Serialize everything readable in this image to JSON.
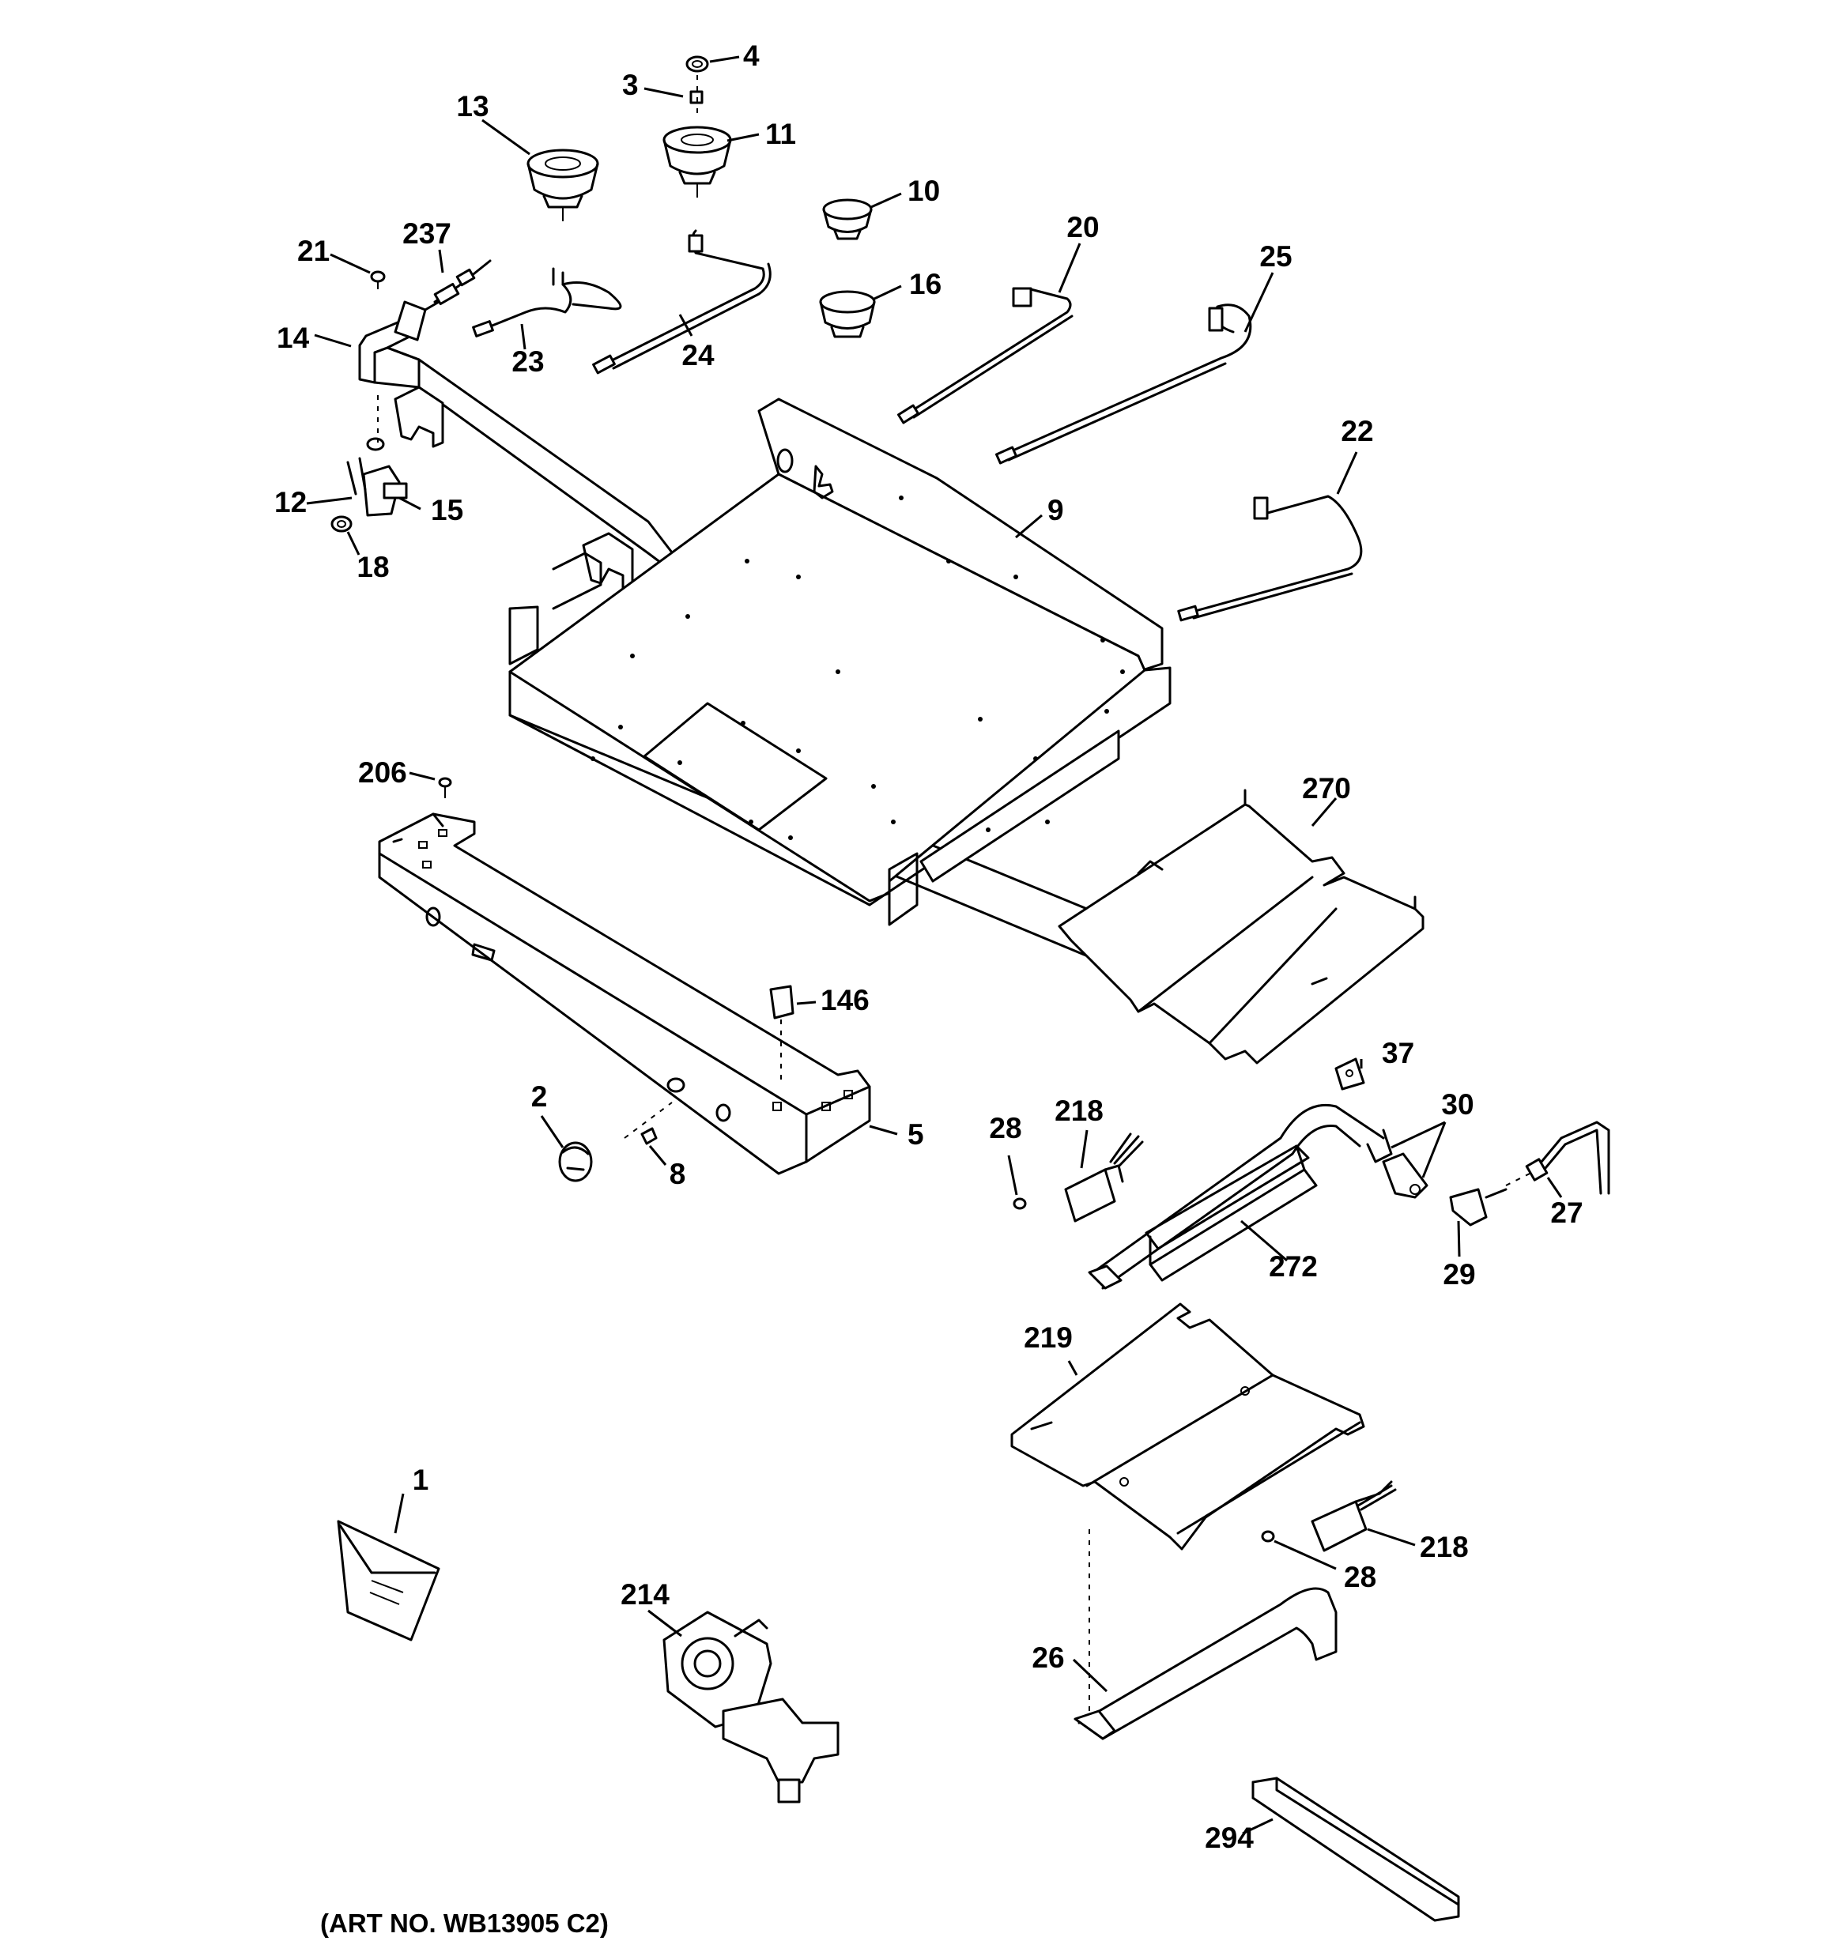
{
  "art_number": "(ART NO. WB13905 C2)",
  "callouts": {
    "c1": "1",
    "c2": "2",
    "c3": "3",
    "c4": "4",
    "c5": "5",
    "c8": "8",
    "c9": "9",
    "c10": "10",
    "c11": "11",
    "c12": "12",
    "c13": "13",
    "c14": "14",
    "c15": "15",
    "c16": "16",
    "c18": "18",
    "c20": "20",
    "c21": "21",
    "c22": "22",
    "c23": "23",
    "c24": "24",
    "c25": "25",
    "c26": "26",
    "c27": "27",
    "c28a": "28",
    "c28b": "28",
    "c29": "29",
    "c30": "30",
    "c37": "37",
    "c146": "146",
    "c206": "206",
    "c214": "214",
    "c218a": "218",
    "c218b": "218",
    "c219": "219",
    "c237": "237",
    "c270": "270",
    "c272": "272",
    "c294": "294"
  }
}
